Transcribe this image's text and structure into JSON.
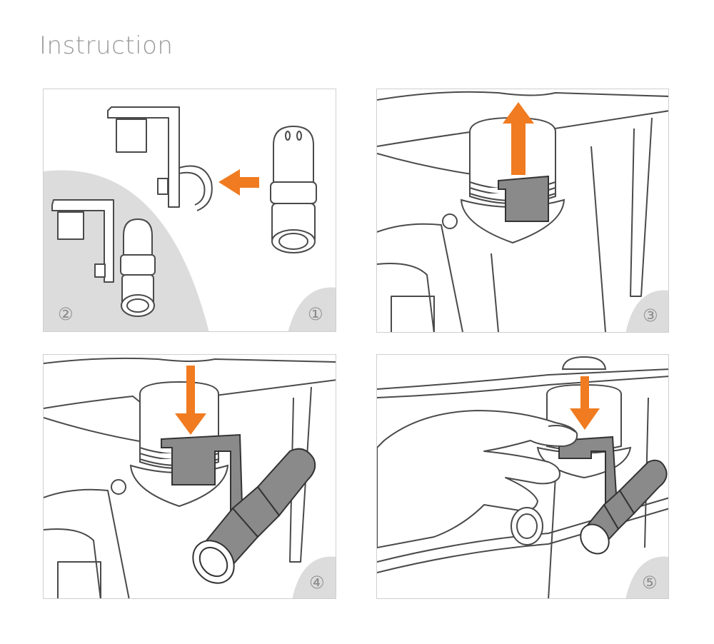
{
  "page": {
    "title": "Instruction"
  },
  "steps": [
    {
      "number": "①"
    },
    {
      "number": "②"
    },
    {
      "number": "③"
    },
    {
      "number": "④"
    },
    {
      "number": "⑤"
    }
  ],
  "colors": {
    "arrow": "#f07b20",
    "line": "#4a4a4a",
    "shade": "#dcdcdc",
    "mount": "#8a8a8a"
  }
}
